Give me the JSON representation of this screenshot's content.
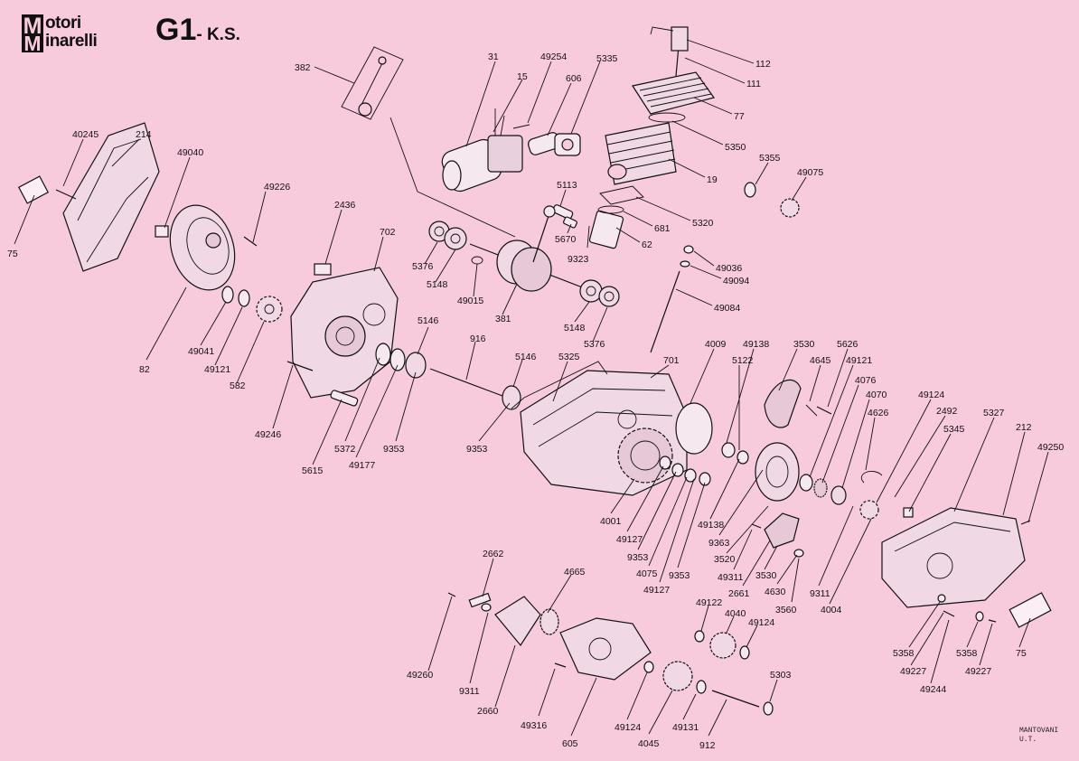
{
  "header": {
    "brand_line1": "otori",
    "brand_line2": "inarelli",
    "brand_initial1": "M",
    "brand_initial2": "M",
    "model_main": "G1",
    "model_suffix": "- K.S."
  },
  "footer": {
    "credit_line1": "MANTOVANI",
    "credit_line2": "U.T."
  },
  "colors": {
    "background": "#f7cbdc",
    "ink": "#111111"
  },
  "parts": [
    {
      "id": "382",
      "label": "382"
    },
    {
      "id": "31",
      "label": "31"
    },
    {
      "id": "15",
      "label": "15"
    },
    {
      "id": "49254",
      "label": "49254"
    },
    {
      "id": "606",
      "label": "606"
    },
    {
      "id": "5335",
      "label": "5335"
    },
    {
      "id": "112",
      "label": "112"
    },
    {
      "id": "111",
      "label": "111"
    },
    {
      "id": "77",
      "label": "77"
    },
    {
      "id": "5350",
      "label": "5350"
    },
    {
      "id": "19",
      "label": "19"
    },
    {
      "id": "5355",
      "label": "5355"
    },
    {
      "id": "49075",
      "label": "49075"
    },
    {
      "id": "5320",
      "label": "5320"
    },
    {
      "id": "681",
      "label": "681"
    },
    {
      "id": "62",
      "label": "62"
    },
    {
      "id": "5113",
      "label": "5113"
    },
    {
      "id": "5670",
      "label": "5670"
    },
    {
      "id": "9323",
      "label": "9323"
    },
    {
      "id": "49036",
      "label": "49036"
    },
    {
      "id": "49094",
      "label": "49094"
    },
    {
      "id": "49084",
      "label": "49084"
    },
    {
      "id": "40245",
      "label": "40245"
    },
    {
      "id": "214",
      "label": "214"
    },
    {
      "id": "49040",
      "label": "49040"
    },
    {
      "id": "49226",
      "label": "49226"
    },
    {
      "id": "75a",
      "label": "75"
    },
    {
      "id": "2436",
      "label": "2436"
    },
    {
      "id": "702",
      "label": "702"
    },
    {
      "id": "5376a",
      "label": "5376"
    },
    {
      "id": "5148a",
      "label": "5148"
    },
    {
      "id": "49015",
      "label": "49015"
    },
    {
      "id": "381",
      "label": "381"
    },
    {
      "id": "5148b",
      "label": "5148"
    },
    {
      "id": "5376b",
      "label": "5376"
    },
    {
      "id": "82",
      "label": "82"
    },
    {
      "id": "49041",
      "label": "49041"
    },
    {
      "id": "49121a",
      "label": "49121"
    },
    {
      "id": "582",
      "label": "582"
    },
    {
      "id": "5146a",
      "label": "5146"
    },
    {
      "id": "916",
      "label": "916"
    },
    {
      "id": "5146b",
      "label": "5146"
    },
    {
      "id": "5325",
      "label": "5325"
    },
    {
      "id": "701",
      "label": "701"
    },
    {
      "id": "4009",
      "label": "4009"
    },
    {
      "id": "49138a",
      "label": "49138"
    },
    {
      "id": "5122",
      "label": "5122"
    },
    {
      "id": "3530a",
      "label": "3530"
    },
    {
      "id": "4645",
      "label": "4645"
    },
    {
      "id": "5626",
      "label": "5626"
    },
    {
      "id": "49121b",
      "label": "49121"
    },
    {
      "id": "4076",
      "label": "4076"
    },
    {
      "id": "4070",
      "label": "4070"
    },
    {
      "id": "49124a",
      "label": "49124"
    },
    {
      "id": "5327",
      "label": "5327"
    },
    {
      "id": "4626",
      "label": "4626"
    },
    {
      "id": "2492",
      "label": "2492"
    },
    {
      "id": "5345",
      "label": "5345"
    },
    {
      "id": "212",
      "label": "212"
    },
    {
      "id": "49250",
      "label": "49250"
    },
    {
      "id": "49246",
      "label": "49246"
    },
    {
      "id": "5615",
      "label": "5615"
    },
    {
      "id": "5372",
      "label": "5372"
    },
    {
      "id": "49177",
      "label": "49177"
    },
    {
      "id": "9353a",
      "label": "9353"
    },
    {
      "id": "9353b",
      "label": "9353"
    },
    {
      "id": "4001",
      "label": "4001"
    },
    {
      "id": "49127a",
      "label": "49127"
    },
    {
      "id": "9353c",
      "label": "9353"
    },
    {
      "id": "4075",
      "label": "4075"
    },
    {
      "id": "49127b",
      "label": "49127"
    },
    {
      "id": "9353d",
      "label": "9353"
    },
    {
      "id": "49138b",
      "label": "49138"
    },
    {
      "id": "9363",
      "label": "9363"
    },
    {
      "id": "3520",
      "label": "3520"
    },
    {
      "id": "49311",
      "label": "49311"
    },
    {
      "id": "2661",
      "label": "2661"
    },
    {
      "id": "3530b",
      "label": "3530"
    },
    {
      "id": "4630",
      "label": "4630"
    },
    {
      "id": "3560",
      "label": "3560"
    },
    {
      "id": "9311a",
      "label": "9311"
    },
    {
      "id": "4004",
      "label": "4004"
    },
    {
      "id": "2662",
      "label": "2662"
    },
    {
      "id": "4665",
      "label": "4665"
    },
    {
      "id": "49260",
      "label": "49260"
    },
    {
      "id": "9311b",
      "label": "9311"
    },
    {
      "id": "2660",
      "label": "2660"
    },
    {
      "id": "49316",
      "label": "49316"
    },
    {
      "id": "605",
      "label": "605"
    },
    {
      "id": "49122",
      "label": "49122"
    },
    {
      "id": "4040",
      "label": "4040"
    },
    {
      "id": "49124b",
      "label": "49124"
    },
    {
      "id": "5303",
      "label": "5303"
    },
    {
      "id": "49124c",
      "label": "49124"
    },
    {
      "id": "4045",
      "label": "4045"
    },
    {
      "id": "49131",
      "label": "49131"
    },
    {
      "id": "912",
      "label": "912"
    },
    {
      "id": "5358a",
      "label": "5358"
    },
    {
      "id": "49227a",
      "label": "49227"
    },
    {
      "id": "49244",
      "label": "49244"
    },
    {
      "id": "5358b",
      "label": "5358"
    },
    {
      "id": "49227b",
      "label": "49227"
    },
    {
      "id": "75b",
      "label": "75"
    }
  ]
}
